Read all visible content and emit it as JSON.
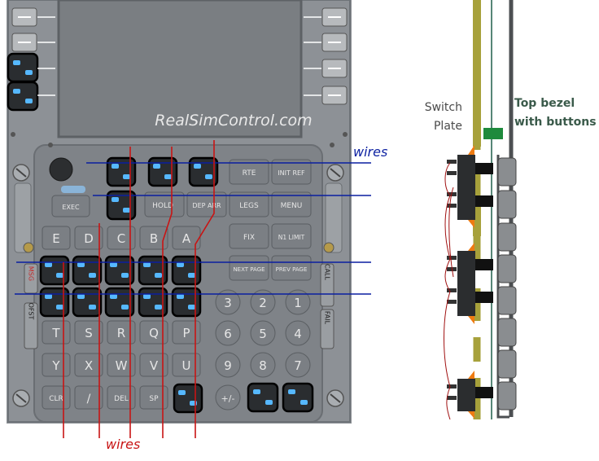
{
  "screen": {
    "watermark": "RealSimControl.com"
  },
  "colors": {
    "panel": "#8d9196",
    "panel_dark": "#6e7378",
    "key": "#b7babd",
    "key_text": "#1a1a1a",
    "screen": "#7a7e82",
    "wire_blue": "#0a1fa0",
    "wire_red": "#c81414",
    "switch_blue": "#56b8ff",
    "olive": "#a7a13b",
    "green": "#1e8a3c",
    "orange": "#ee7b12",
    "bezel": "#5a5d60"
  },
  "function_keys_top": [
    {
      "id": "rte",
      "label": "RTE"
    },
    {
      "id": "init-ref",
      "label": "INIT REF"
    },
    {
      "id": "legs",
      "label": "LEGS"
    },
    {
      "id": "menu",
      "label": "MENU"
    },
    {
      "id": "fix",
      "label": "FIX"
    },
    {
      "id": "n1-limit",
      "label": "N1 LIMIT"
    },
    {
      "id": "next-page",
      "label": "NEXT PAGE"
    },
    {
      "id": "prev-page",
      "label": "PREV PAGE"
    },
    {
      "id": "hold",
      "label": "HOLD"
    },
    {
      "id": "dep-arr",
      "label": "DEP ARR"
    },
    {
      "id": "exec",
      "label": "EXEC"
    }
  ],
  "letter_keys": [
    {
      "id": "a",
      "label": "A"
    },
    {
      "id": "b",
      "label": "B"
    },
    {
      "id": "c",
      "label": "C"
    },
    {
      "id": "d",
      "label": "D"
    },
    {
      "id": "e",
      "label": "E"
    },
    {
      "id": "p",
      "label": "P"
    },
    {
      "id": "q",
      "label": "Q"
    },
    {
      "id": "r",
      "label": "R"
    },
    {
      "id": "s",
      "label": "S"
    },
    {
      "id": "t",
      "label": "T"
    },
    {
      "id": "u",
      "label": "U"
    },
    {
      "id": "v",
      "label": "V"
    },
    {
      "id": "w",
      "label": "W"
    },
    {
      "id": "x",
      "label": "X"
    },
    {
      "id": "y",
      "label": "Y"
    },
    {
      "id": "sp",
      "label": "SP"
    },
    {
      "id": "del",
      "label": "DEL"
    },
    {
      "id": "slash",
      "label": "/"
    },
    {
      "id": "clr",
      "label": "CLR"
    }
  ],
  "number_keys": [
    {
      "id": "n1",
      "label": "1"
    },
    {
      "id": "n2",
      "label": "2"
    },
    {
      "id": "n3",
      "label": "3"
    },
    {
      "id": "n4",
      "label": "4"
    },
    {
      "id": "n5",
      "label": "5"
    },
    {
      "id": "n6",
      "label": "6"
    },
    {
      "id": "n7",
      "label": "7"
    },
    {
      "id": "n8",
      "label": "8"
    },
    {
      "id": "n9",
      "label": "9"
    },
    {
      "id": "plus-minus",
      "label": "+/-"
    }
  ],
  "annunciators": {
    "left_top": "MSG",
    "left_bottom": "OFST",
    "right_top": "CALL",
    "right_bottom": "FAIL"
  },
  "annotations": {
    "wires_top": "wires",
    "wires_bottom": "wires",
    "switch_plate_line1": "Switch",
    "switch_plate_line2": "Plate",
    "top_bezel_line1": "Top bezel",
    "top_bezel_line2": "with buttons"
  }
}
